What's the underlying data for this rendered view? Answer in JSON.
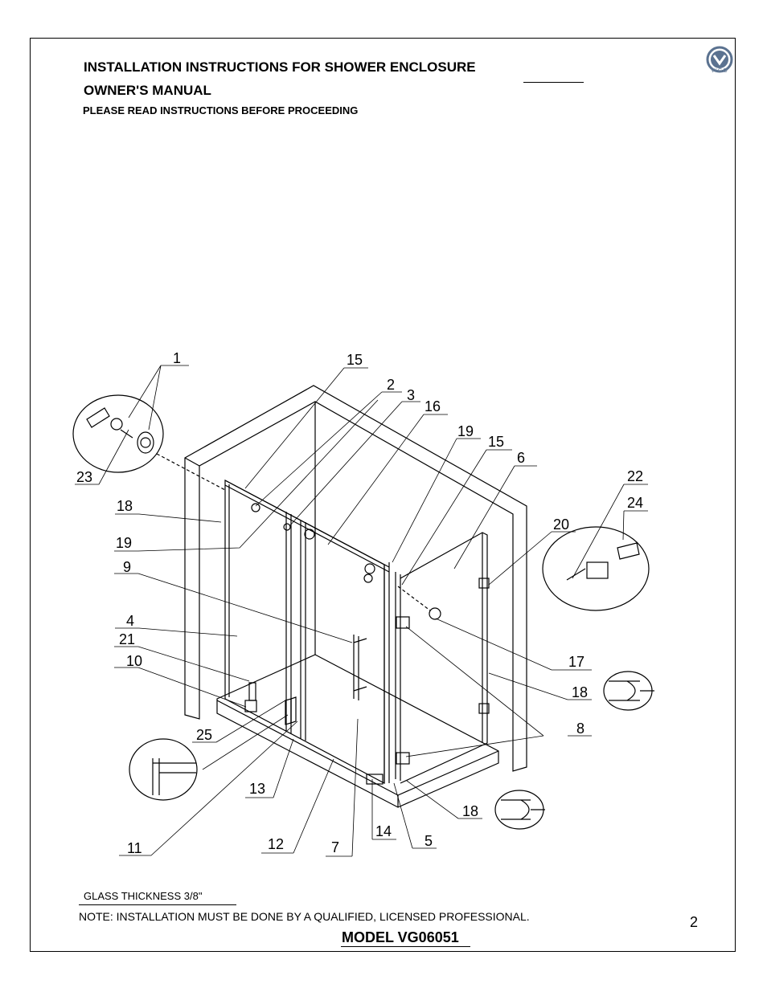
{
  "header": {
    "title": "INSTALLATION INSTRUCTIONS FOR  SHOWER ENCLOSURE",
    "subtitle": "OWNER'S MANUAL",
    "notice": "PLEASE READ INSTRUCTIONS BEFORE PROCEEDING"
  },
  "logo": {
    "name": "vigo-logo",
    "text": "VIGO"
  },
  "diagram": {
    "labels": [
      "1",
      "15",
      "2",
      "3",
      "16",
      "19",
      "15",
      "6",
      "23",
      "22",
      "24",
      "18",
      "20",
      "19",
      "9",
      "4",
      "21",
      "10",
      "17",
      "18",
      "8",
      "25",
      "13",
      "18",
      "11",
      "12",
      "7",
      "14",
      "5"
    ]
  },
  "footer": {
    "glass_thickness": "GLASS THICKNESS 3/8\"",
    "note": "NOTE: INSTALLATION MUST BE DONE BY A QUALIFIED, LICENSED PROFESSIONAL.",
    "page_number": "2",
    "model": "MODEL VG06051"
  },
  "colors": {
    "ink": "#000000",
    "logo_blue": "#5b7290"
  }
}
